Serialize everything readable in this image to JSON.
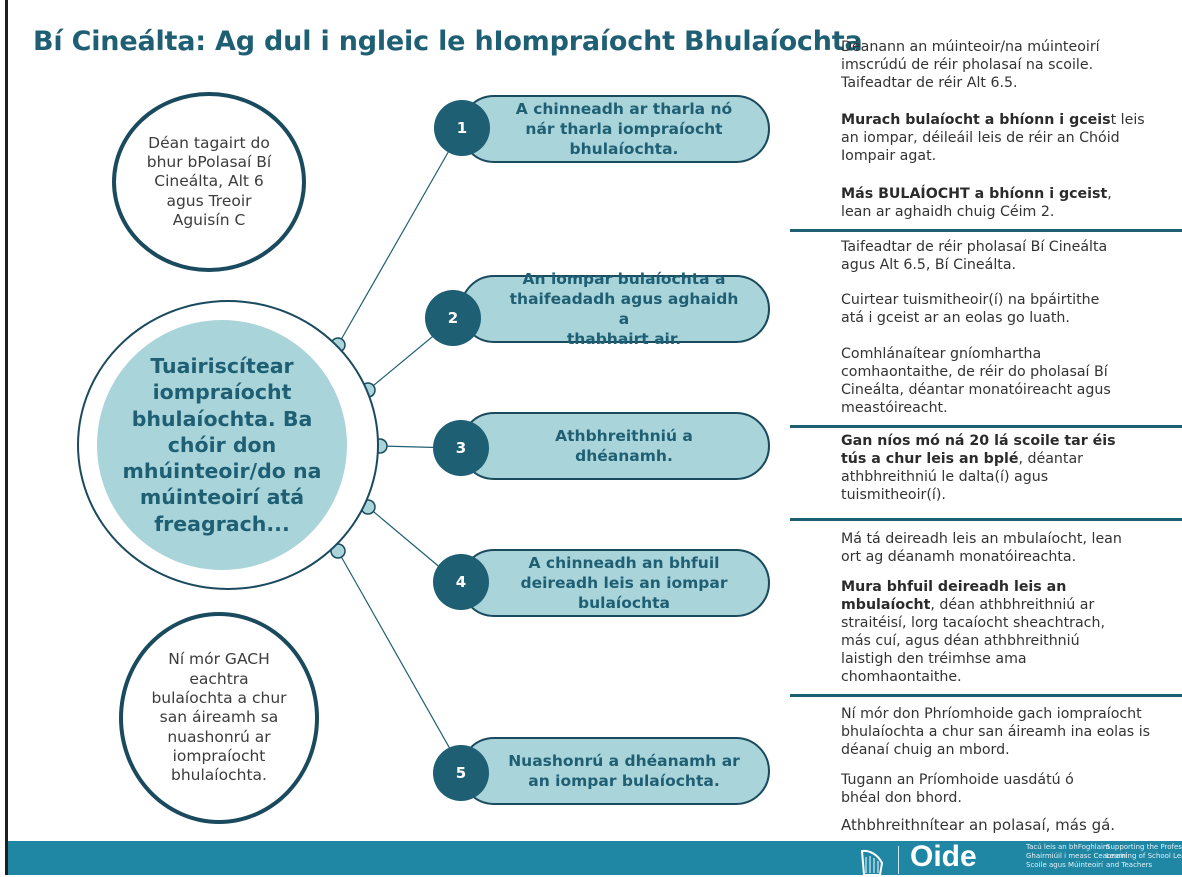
{
  "title": "Bí Cineálta: Ag dul i ngleic le hIompraíocht Bhulaíochta",
  "refer_circle": [
    "Déan tagairt do",
    "bhur bPolasaí Bí",
    "Cineálta, Alt 6",
    "agus Treoir",
    "Aguisín C"
  ],
  "main_circle": [
    "Tuairiscítear",
    "iompraíocht",
    "bhulaíochta. Ba",
    "chóir don",
    "mhúinteoir/do na",
    "múinteoirí atá",
    "freagrach..."
  ],
  "record_circle": [
    "Ní mór GACH",
    "eachtra",
    "bulaíochta a chur",
    "san áireamh sa",
    "nuashonrú ar",
    "iompraíocht",
    "bhulaíochta."
  ],
  "steps": [
    {
      "number": "1",
      "lines": [
        "A chinneadh ar tharla nó",
        "nár tharla iompraíocht",
        "bhulaíochta."
      ]
    },
    {
      "number": "2",
      "lines": [
        "An iompar bulaíochta a",
        "thaifeadadh agus aghaidh a",
        "thabhairt air."
      ]
    },
    {
      "number": "3",
      "lines": [
        "Athbhreithniú a",
        "dhéanamh."
      ]
    },
    {
      "number": "4",
      "lines": [
        "A chinneadh an bhfuil",
        "deireadh leis an iompar",
        "bulaíochta"
      ]
    },
    {
      "number": "5",
      "lines": [
        "Nuashonrú a dhéanamh ar",
        "an iompar bulaíochta."
      ]
    }
  ],
  "notes": {
    "s1": {
      "p1": [
        "Déanann an múinteoir/na múinteoirí",
        "imscrúdú de réir pholasaí na scoile.",
        "Taifeadtar de réir Alt 6.5."
      ],
      "p2_bold_a": "Murach bulaíocht a bhíonn i gceis",
      "p2_normal_a": "t leis",
      "p2_normal_b": "an iompar, déileáil leis de réir an Chóid",
      "p2_normal_c": "Iompair agat.",
      "p3_bold": "Más BULAÍOCHT a bhíonn i gceist",
      "p3_normal_a": ",",
      "p3_normal_b": "lean ar aghaidh chuig Céim 2."
    },
    "s2": {
      "p1": [
        "Taifeadtar de réir pholasaí Bí Cineálta",
        "agus Alt 6.5, Bí Cineálta."
      ],
      "p2": [
        "Cuirtear tuismitheoir(í) na bpáirtithe",
        "atá i gceist ar an eolas go luath."
      ],
      "p3": [
        "Comhlánaítear gníomhartha",
        "comhaontaithe, de réir do pholasaí Bí",
        "Cineálta, déantar monatóireacht agus",
        "meastóireacht."
      ]
    },
    "s3": {
      "bold_a": "Gan níos mó ná 20 lá scoile tar éis",
      "bold_b": "tús a chur leis an bplé",
      "normal_a": ", déantar",
      "normal_b": "athbhreithniú le dalta(í) agus",
      "normal_c": "tuismitheoir(í)."
    },
    "s4": {
      "p1": [
        "Má tá deireadh leis an mbulaíocht, lean",
        "ort ag déanamh monatóireachta."
      ],
      "p2_bold_a": "Mura bhfuil deireadh leis an",
      "p2_bold_b": "mbulaíocht",
      "p2_normal_a": ", déan athbhreithniú ar",
      "p2_normal_b": "straitéisí, lorg tacaíocht sheachtrach,",
      "p2_normal_c": "más cuí, agus déan athbhreithniú",
      "p2_normal_d": "laistigh den tréimhse ama",
      "p2_normal_e": "chomhaontaithe."
    },
    "s5": {
      "p1": [
        "Ní mór don Phríomhoide gach iompraíocht",
        "bhulaíochta a chur san áireamh ina eolas is",
        "déanaí chuig an mbord."
      ],
      "p2": [
        "Tugann an Príomhoide uasdátú ó",
        "bhéal don bhord."
      ],
      "p3": [
        "Athbhreithnítear an polasaí, más gá."
      ]
    }
  },
  "footer": {
    "logo_icon": "harp-icon",
    "logo_text": "Oide",
    "tagline_ga": [
      "Tacú leis an bhFoghlaim",
      "Ghairmiúil i measc Ceannairí",
      "Scoile agus Múinteoirí"
    ],
    "tagline_en": [
      "Supporting the Professional",
      "Learning of School Leaders",
      "and Teachers"
    ]
  },
  "colors": {
    "dark_teal": "#1f5f74",
    "light_teal": "#a9d4da",
    "outline": "#1a4a5e",
    "footer": "#1f86a4"
  }
}
